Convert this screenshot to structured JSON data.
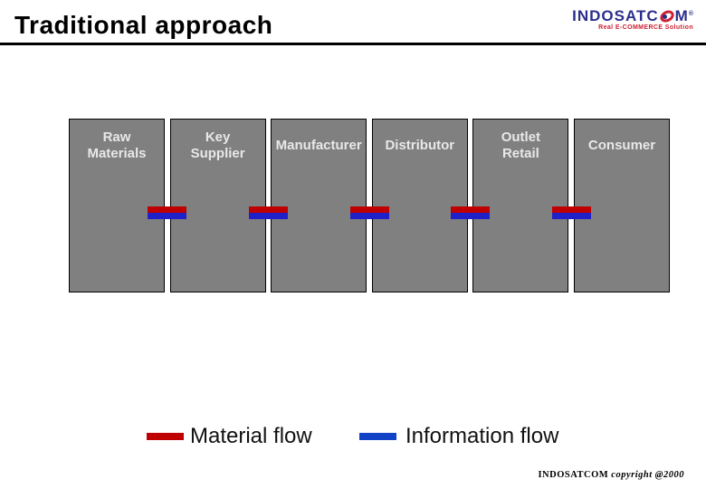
{
  "title": "Traditional approach",
  "logo": {
    "brand_pre": "INDOSATC",
    "brand_post": "M",
    "registered": "®",
    "tagline": "Real E-COMMERCE Solution"
  },
  "chain": {
    "boxes": [
      {
        "id": "raw-materials",
        "label": "Raw\nMaterials"
      },
      {
        "id": "key-supplier",
        "label": "Key\nSupplier"
      },
      {
        "id": "manufacturer",
        "label": "Manufacturer"
      },
      {
        "id": "distributor",
        "label": "Distributor"
      },
      {
        "id": "outlet-retail",
        "label": "Outlet\nRetail"
      },
      {
        "id": "consumer",
        "label": "Consumer"
      }
    ]
  },
  "legend": {
    "items": [
      {
        "label": "Material flow",
        "color": "#c00000"
      },
      {
        "label": "Information flow",
        "color": "#1243c6"
      }
    ]
  },
  "footer": {
    "brand": "INDOSATCOM",
    "note": "copyright @2000"
  },
  "colors": {
    "box_fill": "#808080",
    "box_text": "#e8e8e8",
    "material_flow": "#c00000",
    "information_flow": "#2020c8",
    "brand_blue": "#2b2e8c",
    "brand_red": "#cc2233"
  }
}
